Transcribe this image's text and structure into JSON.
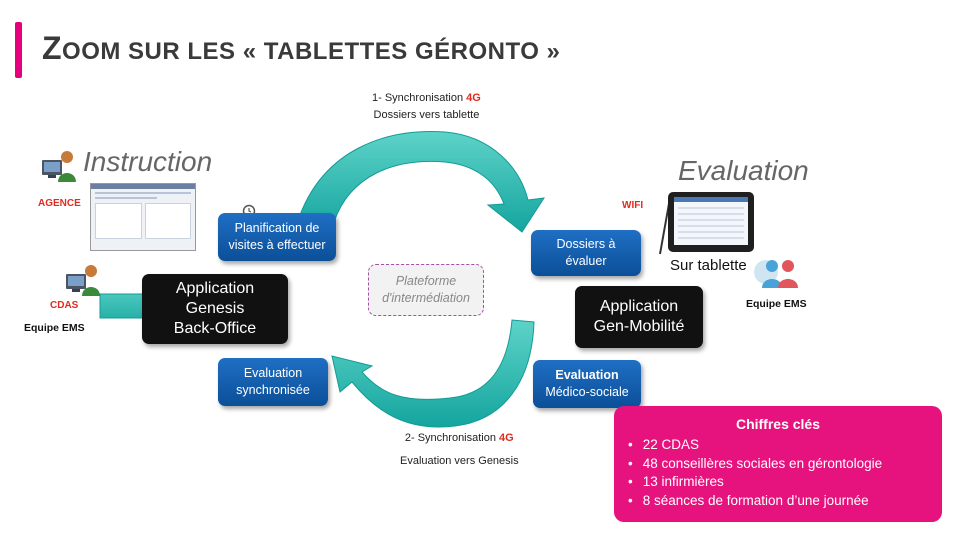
{
  "title": {
    "first_letter": "Z",
    "rest": "OOM SUR LES « TABLETTES GÉRONTO »"
  },
  "instruction": {
    "heading": "Instruction",
    "agence_label": "AGENCE",
    "cdas_label": "CDAS",
    "equipe_label": "Equipe EMS"
  },
  "evaluation": {
    "heading": "Evaluation",
    "wifi_label": "WIFI",
    "tablet_label": "Sur tablette",
    "equipe_label": "Equipe EMS"
  },
  "boxes": {
    "planification": [
      "Planification de",
      "visites à effectuer"
    ],
    "dossiers": [
      "Dossiers à",
      "évaluer"
    ],
    "evaluation_sync": [
      "Evaluation",
      "synchronisée"
    ],
    "medico_title": "Evaluation",
    "medico_sub": "Médico-sociale",
    "genesis": [
      "Application",
      "Genesis",
      "Back-Office"
    ],
    "genmob": [
      "Application",
      "Gen-Mobilité"
    ],
    "plateforme": [
      "Plateforme",
      "d'intermédiation"
    ]
  },
  "sync_top": {
    "line1_prefix": "1- Synchronisation ",
    "line1_highlight": "4G",
    "line2": "Dossiers vers tablette"
  },
  "sync_bottom": {
    "line1_prefix": "2- Synchronisation ",
    "line1_highlight": "4G",
    "line2": "Evaluation vers Genesis"
  },
  "key_figures": {
    "title": "Chiffres clés",
    "items": [
      "22 CDAS",
      "48 conseillères sociales en gérontologie",
      "13 infirmières",
      "8 séances de formation d’une journée"
    ]
  },
  "colors": {
    "accent": "#e6007e",
    "arrow_teal": "#2bb7b0",
    "box_blue": "#1565b8",
    "keybox": "#e6127e",
    "highlight_red": "#e12b1f"
  }
}
